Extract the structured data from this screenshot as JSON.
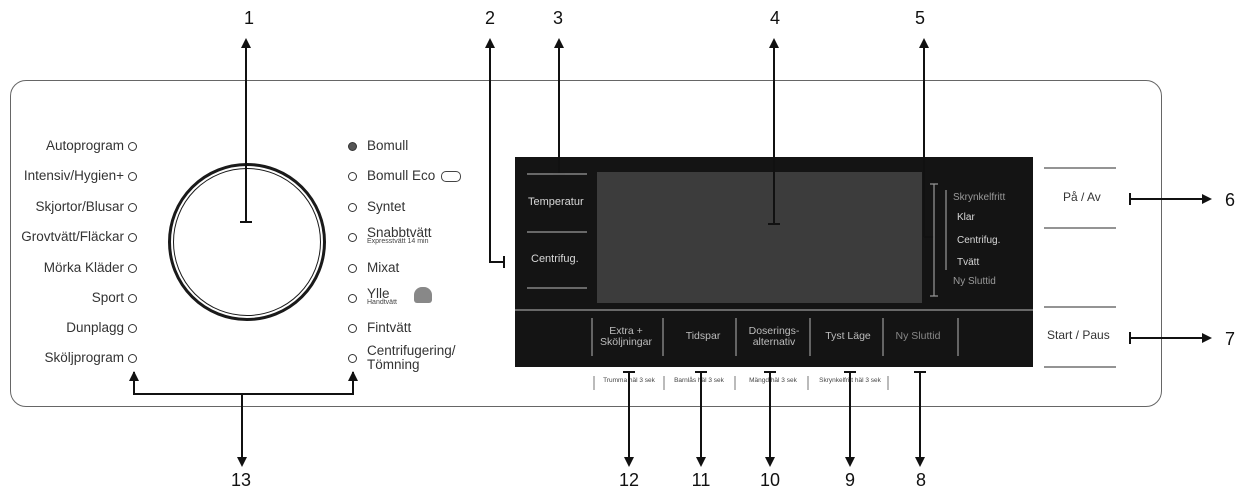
{
  "callouts": [
    "1",
    "2",
    "3",
    "4",
    "5",
    "6",
    "7",
    "8",
    "9",
    "10",
    "11",
    "12",
    "13"
  ],
  "programs_left": [
    "Autoprogram",
    "Intensiv/Hygien+",
    "Skjortor/Blusar",
    "Grovtvätt/Fläckar",
    "Mörka Kläder",
    "Sport",
    "Dunplagg",
    "Sköljprogram"
  ],
  "programs_right": [
    {
      "label": "Bomull",
      "sub": ""
    },
    {
      "label": "Bomull Eco",
      "sub": ""
    },
    {
      "label": "Syntet",
      "sub": ""
    },
    {
      "label": "Snabbtvätt",
      "sub": "Expresstvätt 14 min"
    },
    {
      "label": "Mixat",
      "sub": ""
    },
    {
      "label": "Ylle",
      "sub": "Handtvätt"
    },
    {
      "label": "Fintvätt",
      "sub": ""
    },
    {
      "label": "Centrifugering/",
      "sub": "Tömning"
    }
  ],
  "display": {
    "temperature": "Temperatur",
    "spin": "Centrifug.",
    "status": [
      "Skrynkelfritt",
      "Klar",
      "Centrifug.",
      "Tvätt",
      "Ny Sluttid"
    ]
  },
  "buttons": [
    {
      "label": "Extra + Sköljningar",
      "caption": "Trumma häl 3 sek"
    },
    {
      "label": "Tidspar",
      "caption": "Barnlås häl 3 sek"
    },
    {
      "label": "Doserings-alternativ",
      "caption": "Mängd häl 3 sek"
    },
    {
      "label": "Tyst Läge",
      "caption": "Skrynkelfritt häl 3 sek"
    },
    {
      "label": "Ny Sluttid",
      "caption": ""
    }
  ],
  "side_buttons": {
    "power": "På / Av",
    "start": "Start / Paus"
  },
  "colors": {
    "display_bg": "#141414",
    "screen_bg": "#3c3c3c",
    "ink": "#111111"
  }
}
